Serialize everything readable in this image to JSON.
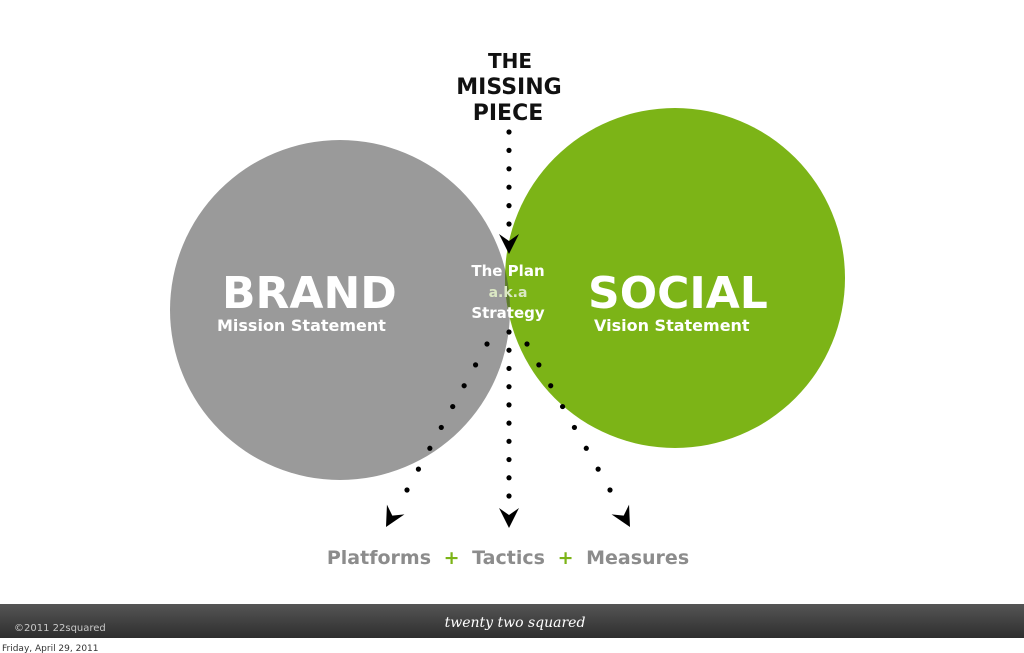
{
  "header": {
    "logo_lines": [
      "THE",
      "MISSING",
      "PIECE"
    ]
  },
  "diagram": {
    "left_circle": {
      "title": "BRAND",
      "subtitle": "Mission Statement",
      "color": "#9a9a9a"
    },
    "right_circle": {
      "title": "SOCIAL",
      "subtitle": "Vision Statement",
      "color": "#7cb417"
    },
    "intersection": {
      "line1": "The Plan",
      "line2": "a.k.a",
      "line3": "Strategy",
      "color": "#5d7a2e"
    }
  },
  "outcome": {
    "item1": "Platforms",
    "sep1": "+",
    "item2": "Tactics",
    "sep2": "+",
    "item3": "Measures",
    "text_color": "#8c8c8c",
    "plus_color": "#7cb417"
  },
  "footer": {
    "copyright": "©2011 22squared",
    "brand_wordmark": "twenty two squared",
    "date": "Friday, April 29, 2011",
    "bar_color": "#3c3c3c"
  }
}
